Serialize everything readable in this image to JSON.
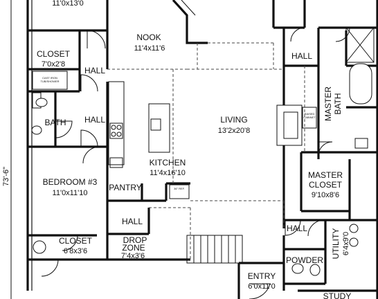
{
  "rooms": {
    "top_left_dim": "11'0x13'0",
    "nook": {
      "name": "NOOK",
      "dim": "11'4x11'6"
    },
    "closet_top": {
      "name": "CLOSET",
      "dim": "7'0x2'8"
    },
    "hall_1": "HALL",
    "hall_2": "HALL",
    "hall_3": "HALL",
    "hall_4": "HALL",
    "hall_5": "HALL",
    "bath": "BATH",
    "living": {
      "name": "LIVING",
      "dim": "13'2x20'8"
    },
    "master_bath": {
      "name": "MASTER BATH",
      "line1": "MASTER",
      "line2": "BATH"
    },
    "kitchen": {
      "name": "KITCHEN",
      "dim": "11'4x16'10"
    },
    "bedroom3": {
      "name": "BEDROOM #3",
      "dim": "11'0x11'10"
    },
    "pantry": "PANTRY",
    "master_closet": {
      "line1": "MASTER",
      "line2": "CLOSET",
      "dim": "9'10x8'6"
    },
    "closet_bottom": {
      "name": "CLOSET",
      "dim": "6'8x3'6"
    },
    "drop_zone": {
      "line1": "DROP",
      "line2": "ZONE",
      "dim": "7'4x3'6"
    },
    "utility": {
      "name": "UTILITY",
      "dim": "6'4x9'0"
    },
    "powder": "POWDER",
    "entry": {
      "name": "ENTRY",
      "dim": "6'0x11'0"
    },
    "study": "STUDY"
  },
  "notes": {
    "cast_iron_tub": "CAST IRON\nTUB/SHOWER",
    "raised_cabinet": "RAISED\nCABINET",
    "ref": "36\" REF."
  },
  "overall_dimension": "73'-6\""
}
